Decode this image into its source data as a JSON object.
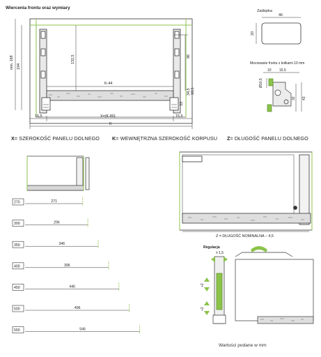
{
  "title": "Wiercenia frontu oraz wymiary",
  "cap": {
    "title": "Zaślepka",
    "width": "46",
    "height": "20"
  },
  "mount": {
    "title": "Mocowanie frontu z kołkami 10 mm",
    "dims": [
      "10",
      "16.5",
      "Ø10,5",
      "32",
      "43"
    ]
  },
  "main_dims": {
    "min_height": "min. 168",
    "h1": "194",
    "h2": "132,5",
    "h3": "96",
    "h4": "34,5",
    "h5": "33",
    "h6": "18,5",
    "inner": "K-44",
    "x_formula": "X=(K-80)",
    "k": "K",
    "side_l": "15,5",
    "side_r": "15,5"
  },
  "legend": {
    "x_key": "X",
    "x_text": "= SZEROKOŚĆ PANELU DOLNEGO",
    "k_key": "K",
    "k_text": "= WEWNĘTRZNA SZEROKOŚĆ KORPUSU",
    "z_key": "Z",
    "z_text": "= DŁUGOŚĆ PANELU DOLNEGO"
  },
  "lengths": {
    "rows": [
      {
        "nominal": "270",
        "value": "271"
      },
      {
        "nominal": "300",
        "value": "296"
      },
      {
        "nominal": "350",
        "value": "346"
      },
      {
        "nominal": "400",
        "value": "396"
      },
      {
        "nominal": "450",
        "value": "446"
      },
      {
        "nominal": "500",
        "value": "496"
      },
      {
        "nominal": "550",
        "value": "546"
      }
    ]
  },
  "side_view": {
    "z_label": "Z = DŁUGOŚĆ NOMINALNA – 4,5"
  },
  "adjust": {
    "title": "Regulacja",
    "top": "± 1,5",
    "mid": "+2",
    "bottom": "+2"
  },
  "footer": "Wartości podane w mm",
  "colors": {
    "line": "#333333",
    "accent": "#8bc34a",
    "fill": "#e6e6e6"
  }
}
